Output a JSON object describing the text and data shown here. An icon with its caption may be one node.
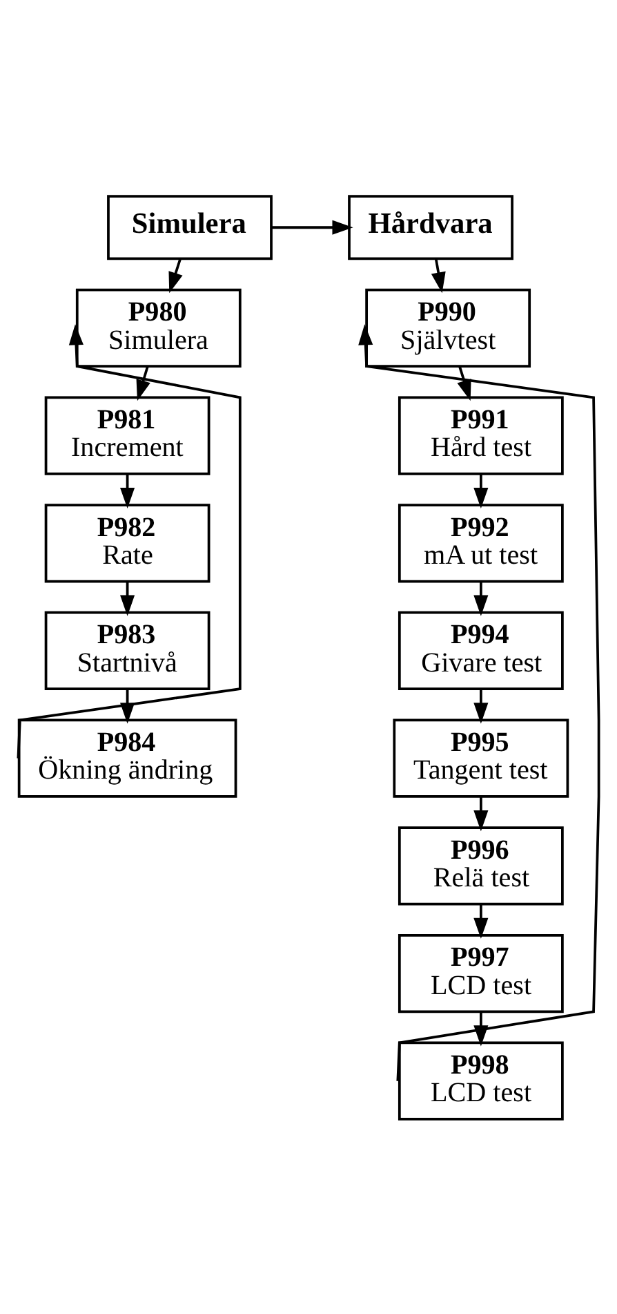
{
  "diagram": {
    "nodes": [
      {
        "text": [
          "Simulera"
        ]
      },
      {
        "text": [
          "Hårdvara"
        ]
      },
      {
        "text": [
          "P980",
          "Simulera"
        ]
      },
      {
        "text": [
          "P981",
          "Increment"
        ]
      },
      {
        "text": [
          "P982",
          "Rate"
        ]
      },
      {
        "text": [
          "P983",
          "Startnivå"
        ]
      },
      {
        "text": [
          "P984",
          "Ökning ändring"
        ]
      },
      {
        "text": [
          "P990",
          "Självtest"
        ]
      },
      {
        "text": [
          "P991",
          "Hård test"
        ]
      },
      {
        "text": [
          "P992",
          "mA ut test"
        ]
      },
      {
        "text": [
          "P994",
          "Givare test"
        ]
      },
      {
        "text": [
          "P995",
          "Tangent test"
        ]
      },
      {
        "text": [
          "P996",
          "Relä test"
        ]
      },
      {
        "text": [
          "P997",
          "LCD test"
        ]
      },
      {
        "text": [
          "P998",
          "LCD test"
        ]
      }
    ],
    "edges": [
      {
        "from": 0,
        "to": 1,
        "arrow": "to"
      },
      {
        "from": 0,
        "to": 2,
        "arrow": "to"
      },
      {
        "from": 2,
        "to": 3,
        "arrow": "to"
      },
      {
        "from": 3,
        "to": 4,
        "arrow": "to"
      },
      {
        "from": 4,
        "to": 5,
        "arrow": "to"
      },
      {
        "from": 5,
        "to": 6,
        "arrow": "to"
      },
      {
        "from": 6,
        "to": 2,
        "arrow": "to"
      },
      {
        "from": 1,
        "to": 7,
        "arrow": "to"
      },
      {
        "from": 7,
        "to": 8,
        "arrow": "to"
      },
      {
        "from": 8,
        "to": 9,
        "arrow": "to"
      },
      {
        "from": 9,
        "to": 10,
        "arrow": "to"
      },
      {
        "from": 10,
        "to": 11,
        "arrow": "to"
      },
      {
        "from": 11,
        "to": 12,
        "arrow": "to"
      },
      {
        "from": 12,
        "to": 13,
        "arrow": "to"
      },
      {
        "from": 13,
        "to": 14,
        "arrow": "to"
      },
      {
        "from": 14,
        "to": 7,
        "arrow": "to"
      }
    ]
  }
}
